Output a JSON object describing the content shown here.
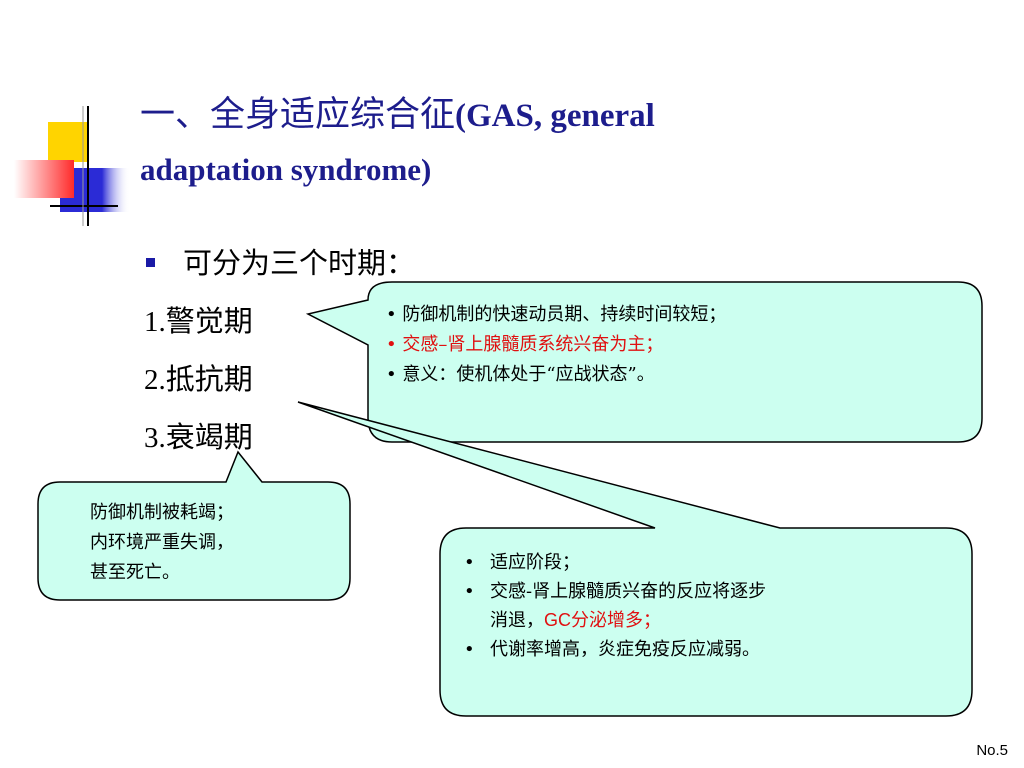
{
  "title": {
    "cjk": "一、全身适应综合征",
    "latin_line1": "(GAS,  general",
    "latin_line2": "adaptation syndrome)"
  },
  "intro": "可分为三个时期：",
  "stages": [
    {
      "num": "1.",
      "name": "警觉期"
    },
    {
      "num": "2.",
      "name": "抵抗期"
    },
    {
      "num": "3.",
      "name": "衰竭期"
    }
  ],
  "alarm_box": [
    {
      "text": "• 防御机制的快速动员期、持续时间较短；"
    },
    {
      "text": "• 交感–肾上腺髓质系统兴奋为主；"
    },
    {
      "text": "• 意义：使机体处于“应战状态”。"
    }
  ],
  "exhaustion_box": [
    "防御机制被耗竭；",
    "内环境严重失调，",
    "甚至死亡。"
  ],
  "resistance_box": {
    "item1": "适应阶段；",
    "item2_line1": "交感-肾上腺髓质兴奋的反应将逐步",
    "item2_line2_a": "消退，",
    "item2_line2_gc": "GC",
    "item2_line2_b": "分泌增多；",
    "item3": "代谢率增高，炎症免疫反应减弱。"
  },
  "page_number": "No.5",
  "colors": {
    "title": "#1d1d8c",
    "callout_fill": "#ccfff0",
    "highlight_red": "#e01010",
    "bullet_blue": "#1a1aa6",
    "deco_yellow": "#ffd400",
    "deco_blue": "#2b2bd6",
    "deco_red": "#ff3030"
  }
}
